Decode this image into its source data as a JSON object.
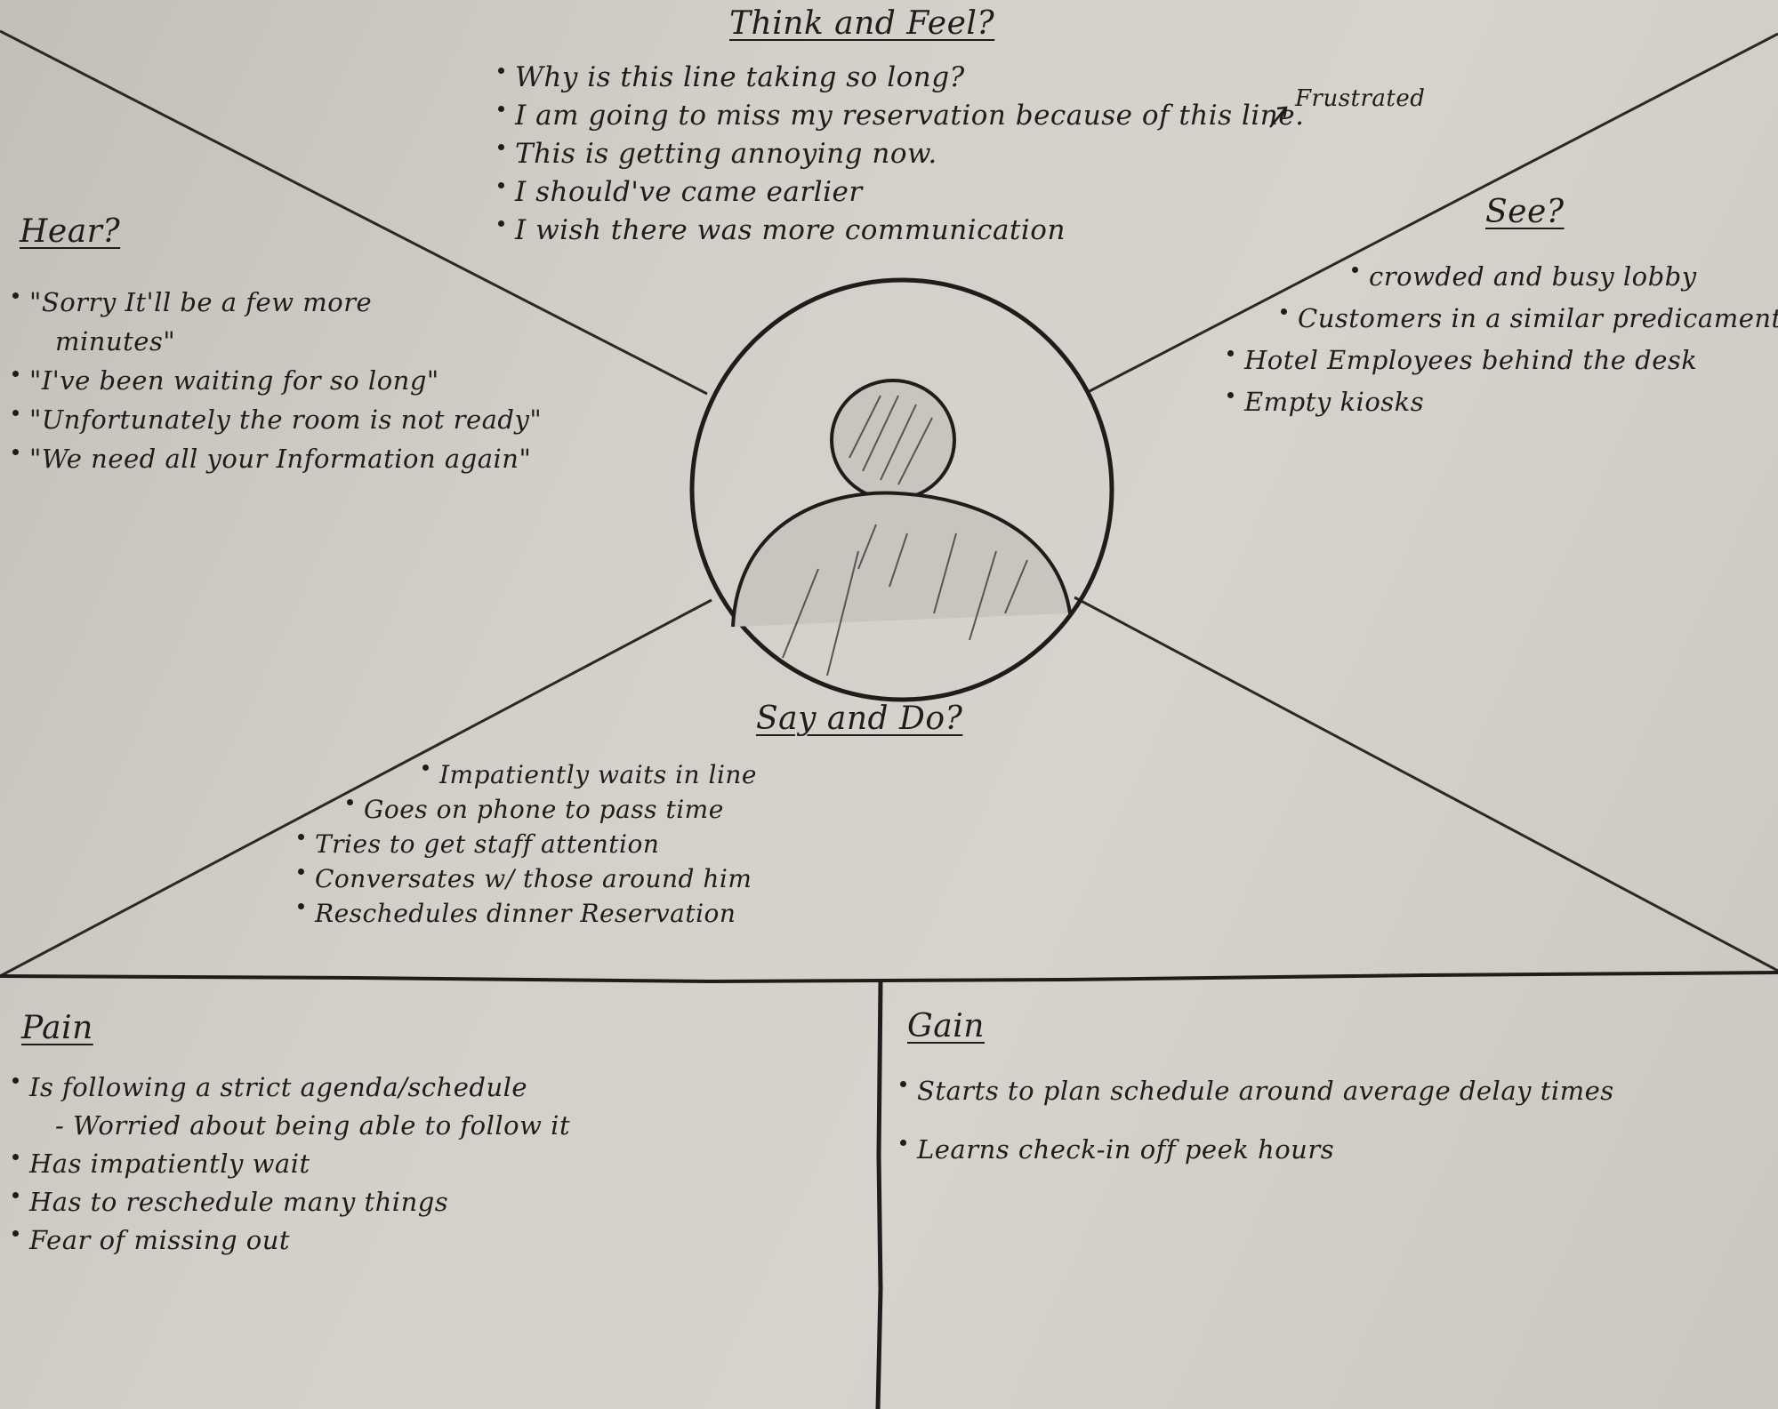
{
  "think_feel": {
    "title": "Think and Feel?",
    "items": [
      "Why is this line taking so long?",
      "I am going to miss my reservation because of this line.",
      "This is getting annoying now.",
      "I should've came earlier",
      "I wish there was more communication"
    ],
    "annotation": "Frustrated"
  },
  "hear": {
    "title": "Hear?",
    "items": [
      "\"Sorry It'll be a few more",
      "minutes\"",
      "\"I've been waiting for so long\"",
      "\"Unfortunately the room is not ready\"",
      "\"We need all your Information again\""
    ]
  },
  "see": {
    "title": "See?",
    "items": [
      "crowded and busy lobby",
      "Customers in a similar predicament",
      "Hotel Employees behind the desk",
      "Empty kiosks"
    ]
  },
  "say_do": {
    "title": "Say and Do?",
    "items": [
      "Impatiently waits in line",
      "Goes on phone to pass time",
      "Tries to get staff attention",
      "Conversates w/ those around him",
      "Reschedules dinner Reservation"
    ]
  },
  "pain": {
    "title": "Pain",
    "items": [
      "Is following a strict agenda/schedule",
      "- Worried about being able to follow it",
      "Has impatiently wait",
      "Has to reschedule many things",
      "Fear of missing out"
    ]
  },
  "gain": {
    "title": "Gain",
    "items": [
      "Starts to plan schedule around average delay times",
      "Learns check-in off peek hours"
    ]
  },
  "colors": {
    "paper": "#d2cfc8",
    "ink": "#1e1d1b"
  }
}
